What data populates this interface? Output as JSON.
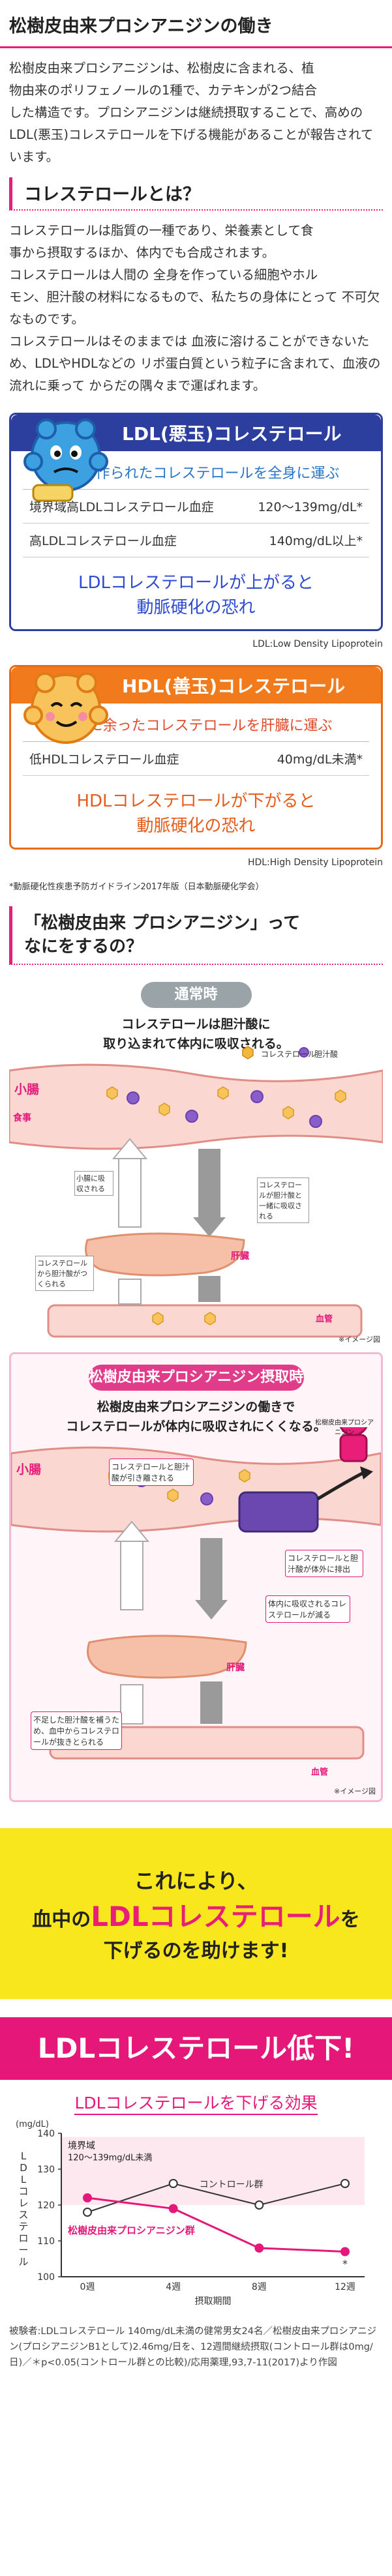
{
  "section1": {
    "heading": "松樹皮由来プロシアニジンの働き",
    "lines": [
      "松樹皮由来プロシアニジンは、松樹皮に含まれる、植",
      "物由来のポリフェノールの1種で、カテキンが2つ結合",
      "した構造です。プロシアニジンは継続摂取することで、高めのLDL(悪玉)コレステロールを下げる機能があることが報告されています。"
    ]
  },
  "section2": {
    "heading": "コレステロールとは？",
    "lines": [
      "コレステロールは脂質の一種であり、栄養素として食",
      "事から摂取するほか、体内でも合成されます。",
      "コレステロールは人間の 全身を作っている細胞やホル",
      "モン、胆汁酸の材料になるもので、私たちの身体にとって 不可欠なものです。",
      "コレステロールはそのままでは 血液に溶けることができないため、LDLやHDLなどの リポ蛋白質という粒子に含まれて、血液の流れに乗って からだの隅々まで運ばれます。"
    ]
  },
  "ldl_card": {
    "title": "LDL(悪玉)コレステロール",
    "lead": "肝臓で作られたコレステロールを全身に運ぶ",
    "rows": [
      {
        "label": "境界域高LDLコレステロール血症",
        "value": "120〜139mg/dL*"
      },
      {
        "label": "高LDLコレステロール血症",
        "value": "140mg/dL以上*"
      }
    ],
    "conclusion1": "LDLコレステロールが上がると",
    "conclusion2": "動脈硬化の恐れ",
    "abbrev": "LDL:Low Density Lipoprotein"
  },
  "hdl_card": {
    "title": "HDL(善玉)コレステロール",
    "lead": "血管に余ったコレステロールを肝臓に運ぶ",
    "rows": [
      {
        "label": "低HDLコレステロール血症",
        "value": "40mg/dL未満*"
      }
    ],
    "conclusion1": "HDLコレステロールが下がると",
    "conclusion2": "動脈硬化の恐れ",
    "abbrev": "HDL:High Density Lipoprotein"
  },
  "source_note": "*動脈硬化性疾患予防ガイドライン2017年版（日本動脈硬化学会）",
  "section3": {
    "heading_line1": "「松樹皮由来 プロシアニジン」って",
    "heading_line2": "なにをするの？"
  },
  "diagram_normal": {
    "pill": "通常時",
    "title1": "コレステロールは胆汁酸に",
    "title2": "取り込まれて体内に吸収される。",
    "legend_chol": "コレステロール",
    "legend_bile": "胆汁酸",
    "small_intestine": "小腸",
    "food": "食事",
    "liver": "肝臓",
    "blood": "血管",
    "label_absorbed": "小腸に吸収される",
    "label_with_bile": "コレステロールが胆汁酸と一緒に吸収される",
    "label_from_chol": "コレステロールから胆汁酸がつくられる",
    "image_note": "※イメージ図"
  },
  "diagram_intake": {
    "pill": "松樹皮由来プロシアニジン摂取時",
    "title1": "松樹皮由来プロシアニジンの働きで",
    "title2": "コレステロールが体内に吸収されにくくなる。",
    "character": "松樹皮由来プロシアニジン",
    "small_intestine": "小腸",
    "liver": "肝臓",
    "blood": "血管",
    "step1": "コレステロールと胆汁酸が引き離される",
    "step2": "コレステロールと胆汁酸が体外に排出",
    "step3": "体内に吸収されるコレステロールが減る",
    "step4": "不足した胆汁酸を補うため、血中からコレステロールが抜きとられる",
    "image_note": "※イメージ図"
  },
  "result": {
    "line1": "これにより、",
    "line2_pre": "血中の",
    "line2_big": "LDLコレステロール",
    "line2_post": "を",
    "line3": "下げるのを助けます!"
  },
  "low_banner": "LDLコレステロール低下!",
  "chart_data": {
    "type": "line",
    "title": "LDLコレステロールを下げる効果",
    "ylabel": "LDLコレステロール",
    "yunit": "(mg/dL)",
    "xlabel": "摂取期間",
    "categories": [
      "0週",
      "4週",
      "8週",
      "12週"
    ],
    "ylim": [
      100,
      140
    ],
    "yticks": [
      100,
      110,
      120,
      130,
      140
    ],
    "band": {
      "label1": "境界域",
      "label2": "120〜139mg/dL未満",
      "from": 120,
      "to": 139
    },
    "series": [
      {
        "name": "コントロール群",
        "values": [
          118,
          126,
          120,
          126
        ],
        "color": "#333333"
      },
      {
        "name": "松樹皮由来プロシアニジン群",
        "values": [
          122,
          119,
          108,
          107
        ],
        "color": "#e5187a"
      }
    ],
    "significance": "*"
  },
  "footnote": "被験者:LDLコレステロール 140mg/dL未満の健常男女24名／松樹皮由来プロシアニジン(プロシアニジンB1として)2.46mg/日を、12週間継続摂取(コントロール群は0mg/日)／＊p<0.05(コントロール群との比較)/応用薬理,93,7-11(2017)より作図",
  "colors": {
    "accent": "#e5187a",
    "ldl": "#2c3e9e",
    "hdl": "#f07a1c",
    "banner": "#f8e71c"
  }
}
